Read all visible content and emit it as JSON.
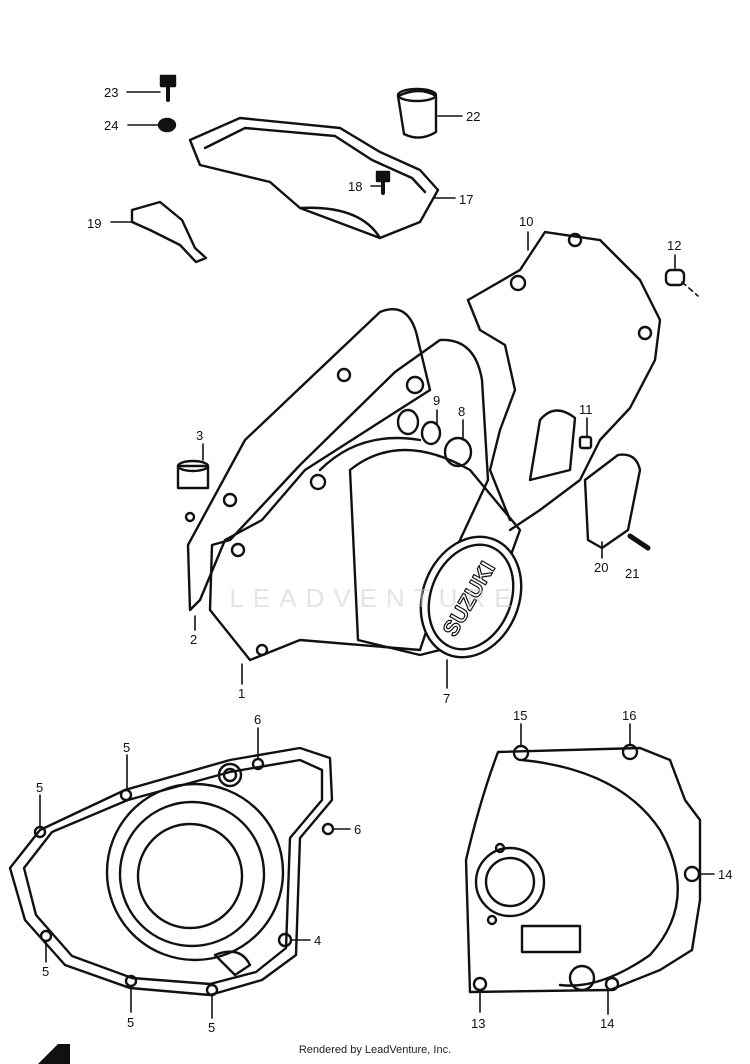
{
  "diagram": {
    "callouts": [
      "23",
      "24",
      "22",
      "18",
      "17",
      "19",
      "10",
      "12",
      "3",
      "9",
      "8",
      "11",
      "20",
      "21",
      "2",
      "1",
      "7",
      "6",
      "5",
      "6",
      "5",
      "4",
      "5",
      "5",
      "5",
      "15",
      "16",
      "14",
      "13",
      "14"
    ],
    "badge_text": "SUZUKI"
  },
  "watermark": {
    "text": "LEADVENTURE"
  },
  "footer": {
    "credit": "Rendered by LeadVenture, Inc."
  }
}
